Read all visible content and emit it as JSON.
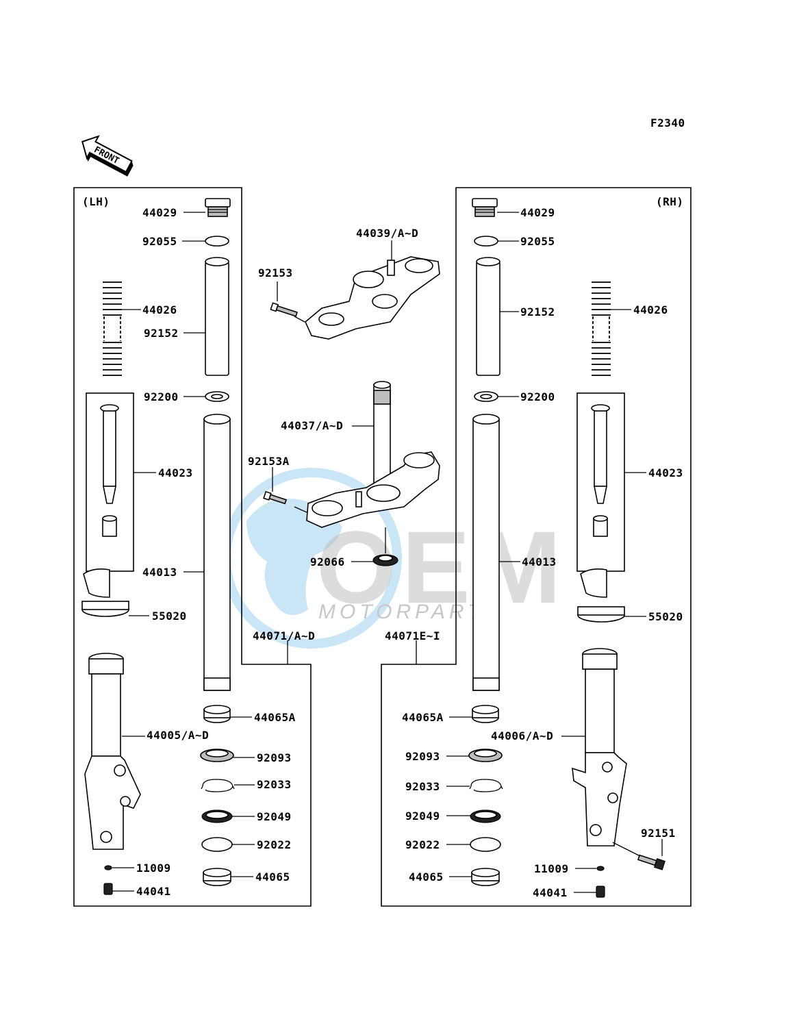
{
  "figure_code": "F2340",
  "front_label": "FRONT",
  "sides": {
    "left": "(LH)",
    "right": "(RH)"
  },
  "watermark": {
    "brand": "OEM",
    "sub": "MOTORPARTS",
    "color": "#4fa3dc"
  },
  "labels": {
    "l_44029": "44029",
    "l_92055": "92055",
    "l_44026": "44026",
    "l_92152": "92152",
    "l_92200": "92200",
    "l_44023": "44023",
    "l_44013": "44013",
    "l_55020": "55020",
    "l_44005": "44005/A~D",
    "l_44065A": "44065A",
    "l_92093": "92093",
    "l_92033": "92033",
    "l_92049": "92049",
    "l_92022": "92022",
    "l_11009": "11009",
    "l_44065": "44065",
    "l_44041": "44041",
    "l_44071a": "44071/A~D",
    "c_44039": "44039/A~D",
    "c_92153": "92153",
    "c_44037": "44037/A~D",
    "c_92153A": "92153A",
    "c_92066": "92066",
    "r_44029": "44029",
    "r_92055": "92055",
    "r_92152": "92152",
    "r_44026": "44026",
    "r_92200": "92200",
    "r_44023": "44023",
    "r_44013": "44013",
    "r_55020": "55020",
    "r_44071e": "44071E~I",
    "r_44065A": "44065A",
    "r_44006": "44006/A~D",
    "r_92093": "92093",
    "r_92033": "92033",
    "r_92049": "92049",
    "r_92022": "92022",
    "r_92151": "92151",
    "r_11009": "11009",
    "r_44065": "44065",
    "r_44041": "44041"
  }
}
